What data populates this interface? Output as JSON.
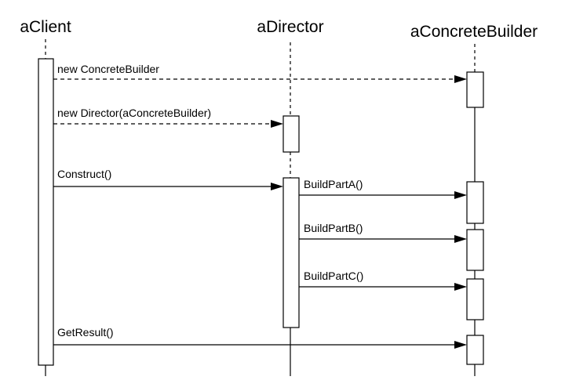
{
  "lifelines": [
    {
      "id": "client",
      "title": "aClient"
    },
    {
      "id": "director",
      "title": "aDirector"
    },
    {
      "id": "builder",
      "title": "aConcreteBuilder"
    }
  ],
  "messages": [
    {
      "id": "m1",
      "label": "new ConcreteBuilder",
      "from": "client",
      "to": "builder",
      "style": "dashed"
    },
    {
      "id": "m2",
      "label": "new Director(aConcreteBuilder)",
      "from": "client",
      "to": "director",
      "style": "dashed"
    },
    {
      "id": "m3",
      "label": "Construct()",
      "from": "client",
      "to": "director",
      "style": "solid"
    },
    {
      "id": "m4",
      "label": "BuildPartA()",
      "from": "director",
      "to": "builder",
      "style": "solid"
    },
    {
      "id": "m5",
      "label": "BuildPartB()",
      "from": "director",
      "to": "builder",
      "style": "solid"
    },
    {
      "id": "m6",
      "label": "BuildPartC()",
      "from": "director",
      "to": "builder",
      "style": "solid"
    },
    {
      "id": "m7",
      "label": "GetResult()",
      "from": "client",
      "to": "builder",
      "style": "solid"
    }
  ]
}
